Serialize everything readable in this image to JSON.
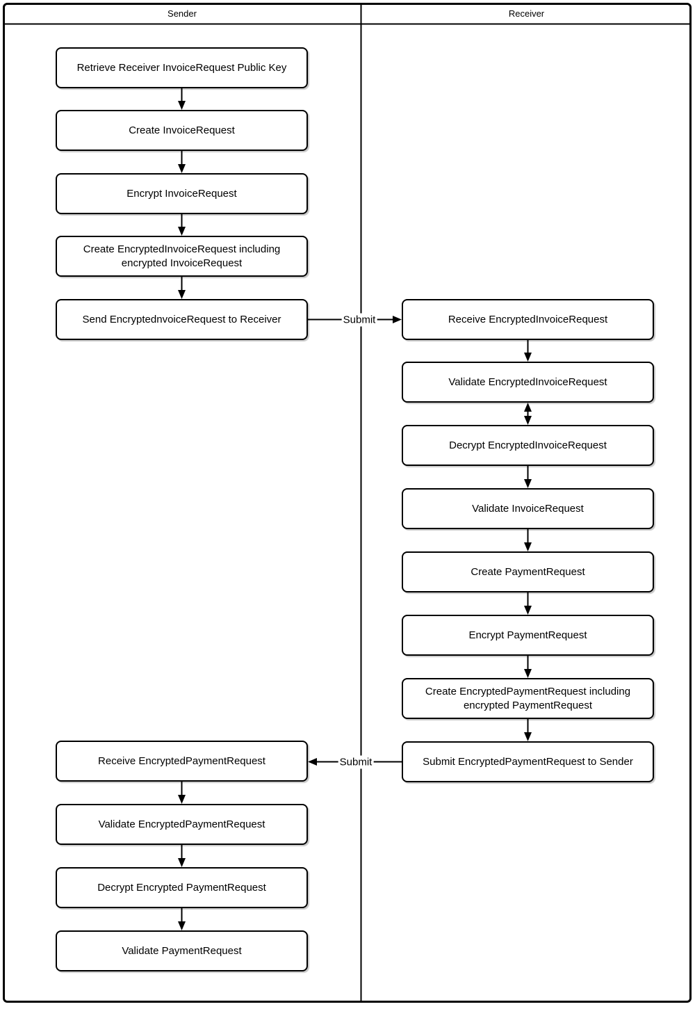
{
  "diagram": {
    "type": "swimlane-flowchart",
    "lanes": [
      {
        "label": "Sender"
      },
      {
        "label": "Receiver"
      }
    ],
    "nodes": {
      "sender": [
        {
          "id": "retrieve-receiver-invoicerequest-public-key",
          "label": "Retrieve Receiver InvoiceRequest Public Key"
        },
        {
          "id": "create-invoicerequest",
          "label": "Create InvoiceRequest"
        },
        {
          "id": "encrypt-invoicerequest",
          "label": "Encrypt InvoiceRequest"
        },
        {
          "id": "create-encryptedinvoicerequest",
          "label": "Create EncryptedInvoiceRequest including encrypted InvoiceRequest"
        },
        {
          "id": "send-encryptedinvoicerequest",
          "label": "Send EncryptednvoiceRequest to Receiver"
        },
        {
          "id": "receive-encryptedpaymentrequest",
          "label": "Receive EncryptedPaymentRequest"
        },
        {
          "id": "validate-encryptedpaymentrequest",
          "label": "Validate EncryptedPaymentRequest"
        },
        {
          "id": "decrypt-encrypted-paymentrequest",
          "label": "Decrypt Encrypted PaymentRequest"
        },
        {
          "id": "validate-paymentrequest",
          "label": "Validate PaymentRequest"
        }
      ],
      "receiver": [
        {
          "id": "receive-encryptedinvoicerequest",
          "label": "Receive EncryptedInvoiceRequest"
        },
        {
          "id": "validate-encryptedinvoicerequest",
          "label": "Validate EncryptedInvoiceRequest"
        },
        {
          "id": "decrypt-encryptedinvoicerequest",
          "label": "Decrypt EncryptedInvoiceRequest"
        },
        {
          "id": "validate-invoicerequest",
          "label": "Validate InvoiceRequest"
        },
        {
          "id": "create-paymentrequest",
          "label": "Create PaymentRequest"
        },
        {
          "id": "encrypt-paymentrequest",
          "label": "Encrypt PaymentRequest"
        },
        {
          "id": "create-encryptedpaymentrequest",
          "label": "Create EncryptedPaymentRequest including encrypted PaymentRequest"
        },
        {
          "id": "submit-encryptedpaymentrequest",
          "label": "Submit EncryptedPaymentRequest to Sender"
        }
      ]
    },
    "edges": {
      "submit_invoice": {
        "from": "send-encryptedinvoicerequest",
        "to": "receive-encryptedinvoicerequest",
        "label": "Submit",
        "direction": "right"
      },
      "submit_payment": {
        "from": "submit-encryptedpaymentrequest",
        "to": "receive-encryptedpaymentrequest",
        "label": "Submit",
        "direction": "left"
      },
      "validate_decrypt_invoice": {
        "from": "validate-encryptedinvoicerequest",
        "to": "decrypt-encryptedinvoicerequest",
        "direction": "both"
      }
    },
    "colors": {
      "line": "#000000",
      "node_fill": "#ffffff",
      "background": "#ffffff",
      "text": "#000000"
    }
  }
}
